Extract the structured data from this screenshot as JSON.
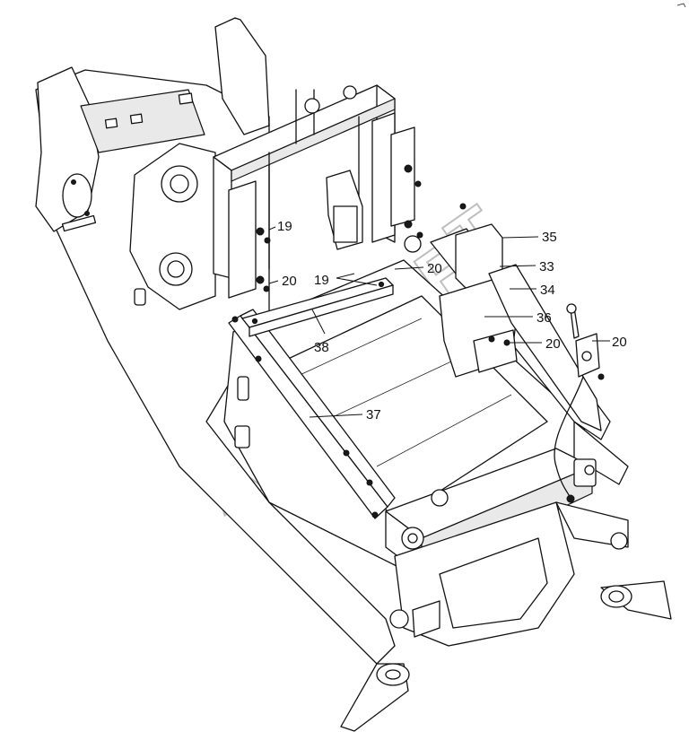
{
  "figure": {
    "callouts": [
      {
        "id": "c19a",
        "text": "19"
      },
      {
        "id": "c19b",
        "text": "19"
      },
      {
        "id": "c20a",
        "text": "20"
      },
      {
        "id": "c20b",
        "text": "20"
      },
      {
        "id": "c20c",
        "text": "20"
      },
      {
        "id": "c20d",
        "text": "20"
      },
      {
        "id": "c33",
        "text": "33"
      },
      {
        "id": "c34",
        "text": "34"
      },
      {
        "id": "c35",
        "text": "35"
      },
      {
        "id": "c36",
        "text": "36"
      },
      {
        "id": "c37",
        "text": "37"
      },
      {
        "id": "c38",
        "text": "38"
      }
    ],
    "watermark": {
      "letters": [
        "A",
        "U",
        "T",
        "O",
        "S",
        "O",
        "F",
        "T"
      ]
    }
  }
}
